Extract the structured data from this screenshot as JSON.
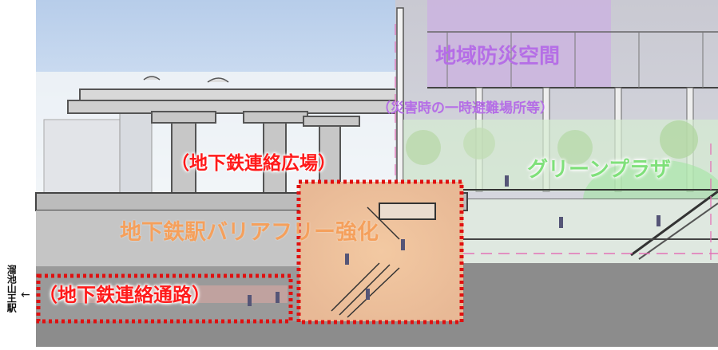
{
  "labels": {
    "chika_plaza": "（地下鉄連絡広場）",
    "chika_passage": "（地下鉄連絡通路）",
    "barrier_free": "地下鉄駅バリアフリー強化",
    "bousai": "地域防災空間",
    "bousai_sub": "（災害時の一時避難場所等）",
    "green_plaza": "グリーンプラザ"
  },
  "side": {
    "station": "溜池山王駅",
    "arrow": "←"
  },
  "colors": {
    "red_label": "#ff1a1a",
    "dotted_box": "#e01010",
    "orange_label": "#f5a05c",
    "purple_label": "#b56ee6",
    "green_label": "#7fe07a",
    "ground": "#8c8c8c"
  }
}
